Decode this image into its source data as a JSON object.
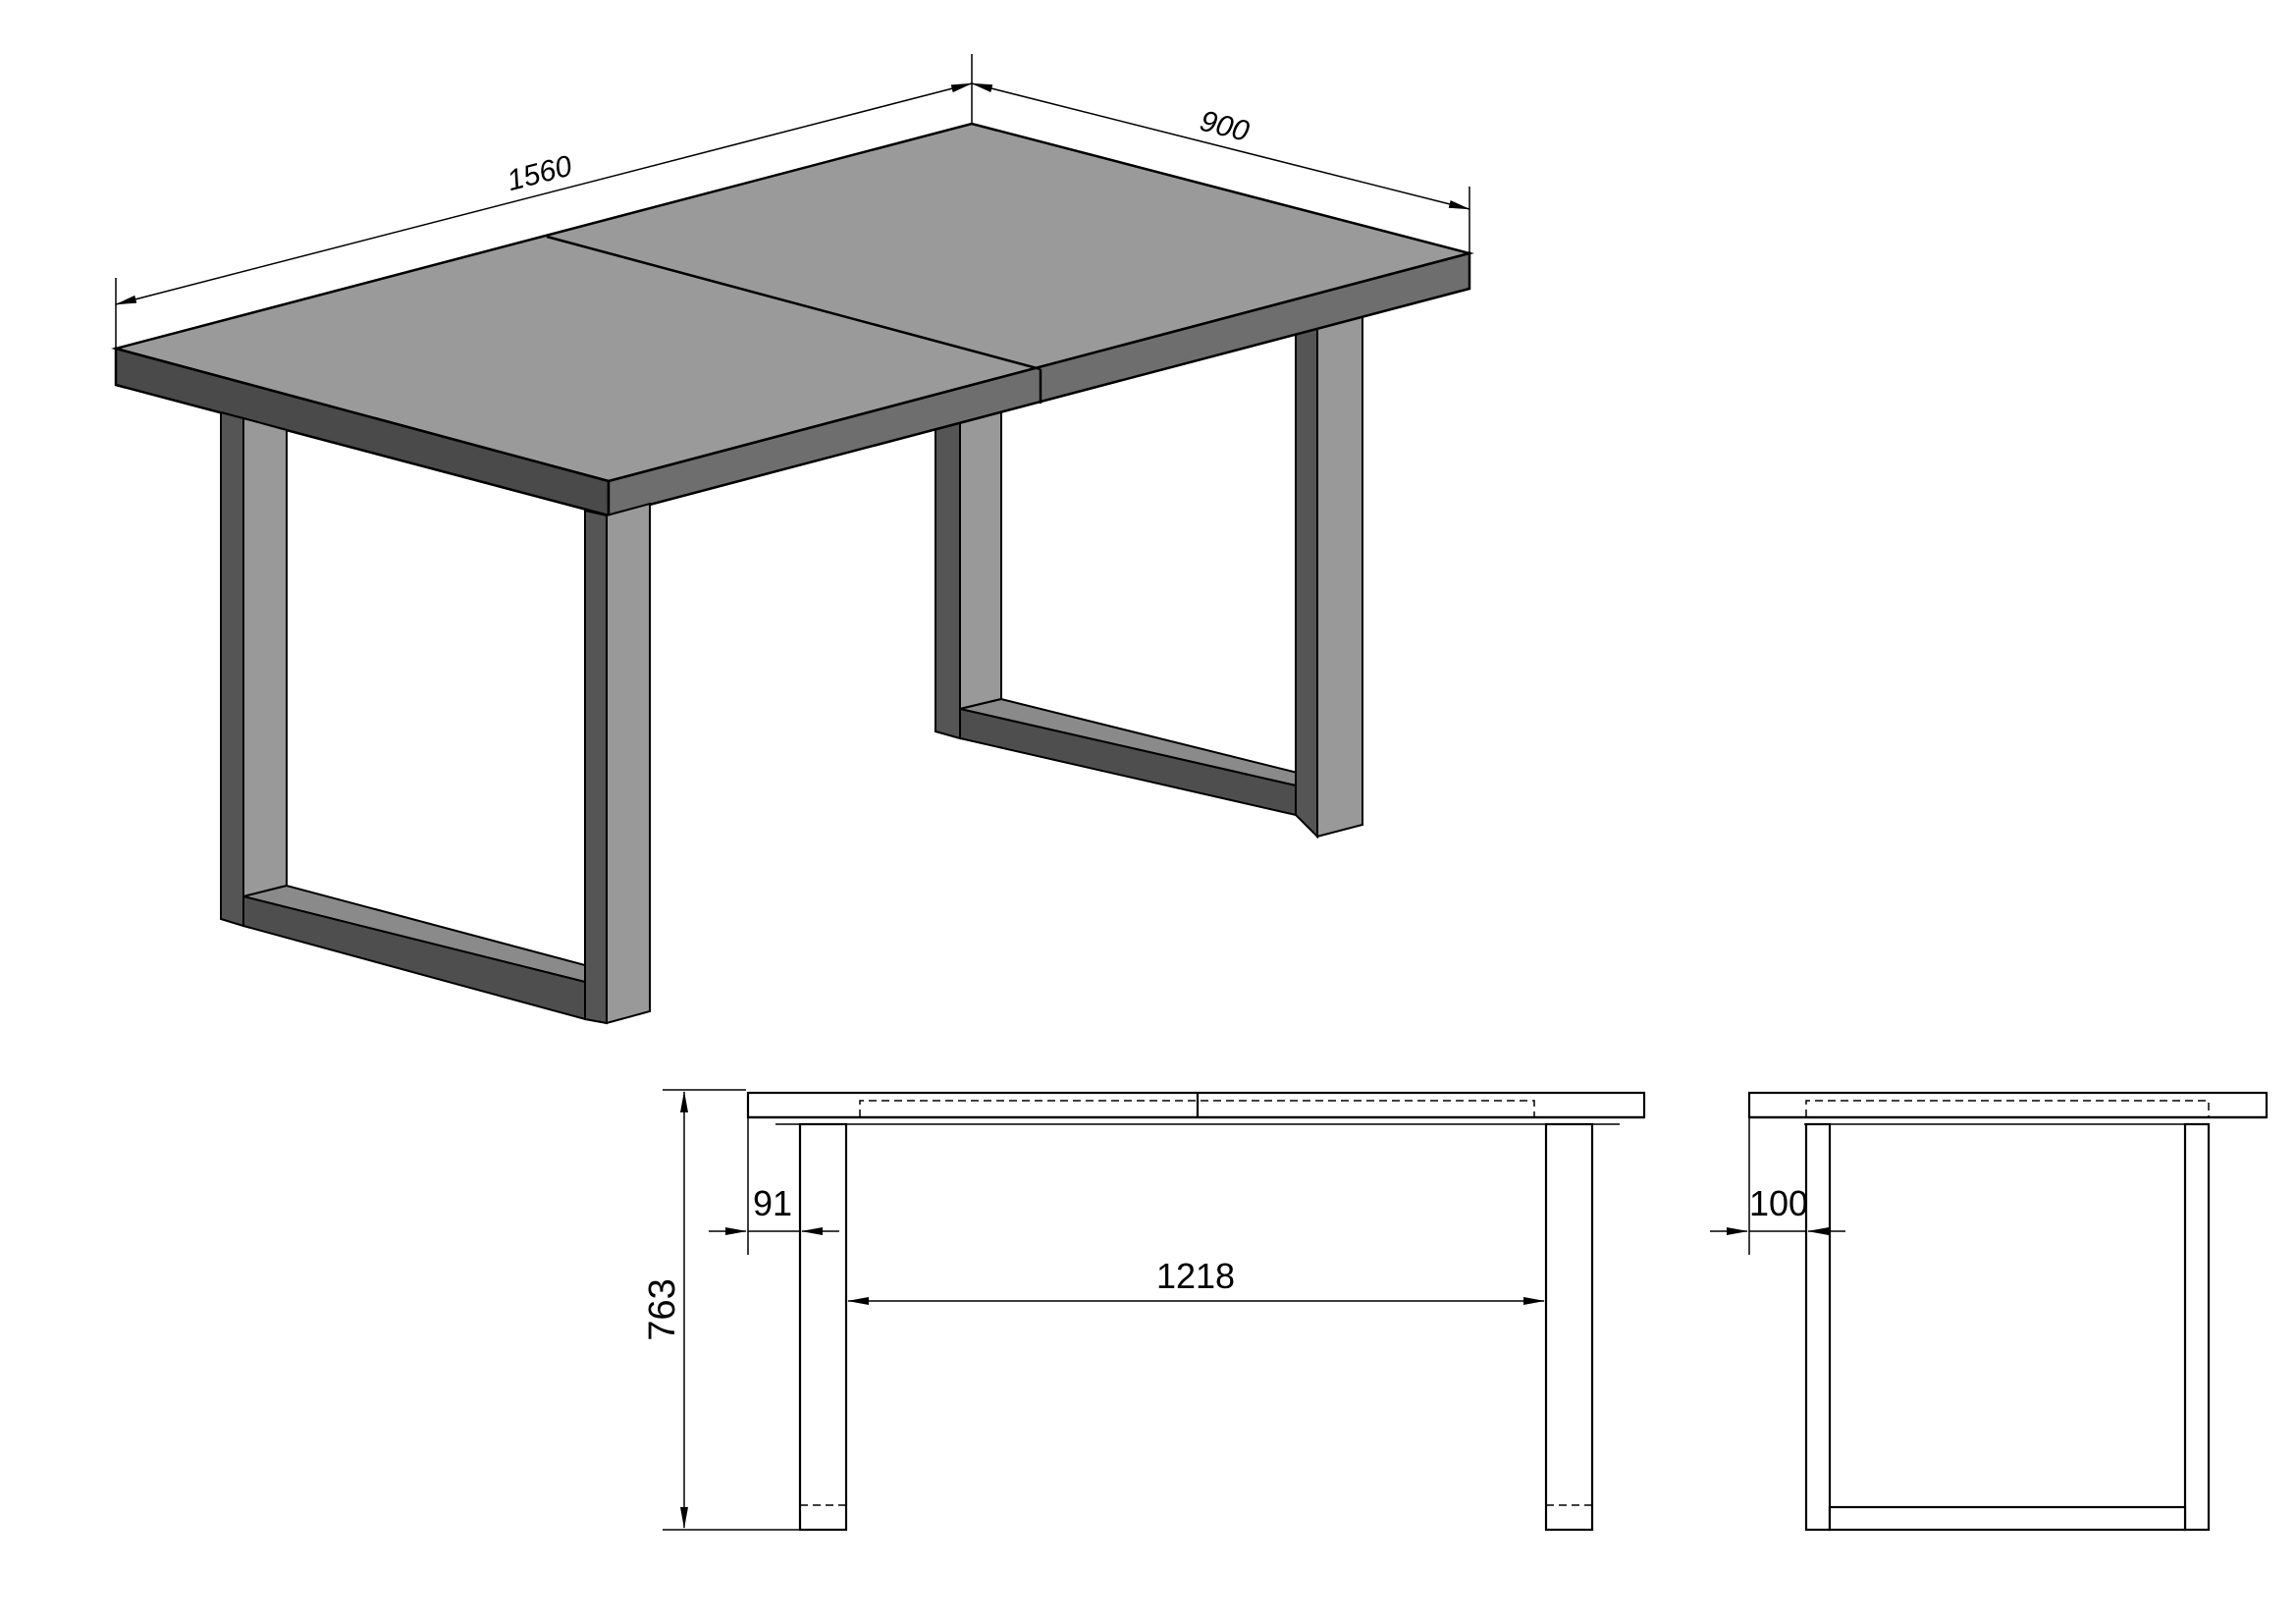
{
  "isometric_view": {
    "dimensions": {
      "length": "1560",
      "width": "900"
    },
    "colors": {
      "top_surface": "#9a9a9a",
      "front_edge": "#4a4a4a",
      "end_edge": "#6e6e6e",
      "leg_light": "#999999",
      "leg_dark": "#555555",
      "outline": "#000000"
    }
  },
  "front_view": {
    "dimensions": {
      "height": "763",
      "leg_width": "91",
      "leg_spacing": "1218"
    }
  },
  "side_view": {
    "dimensions": {
      "leg_width": "100"
    }
  }
}
